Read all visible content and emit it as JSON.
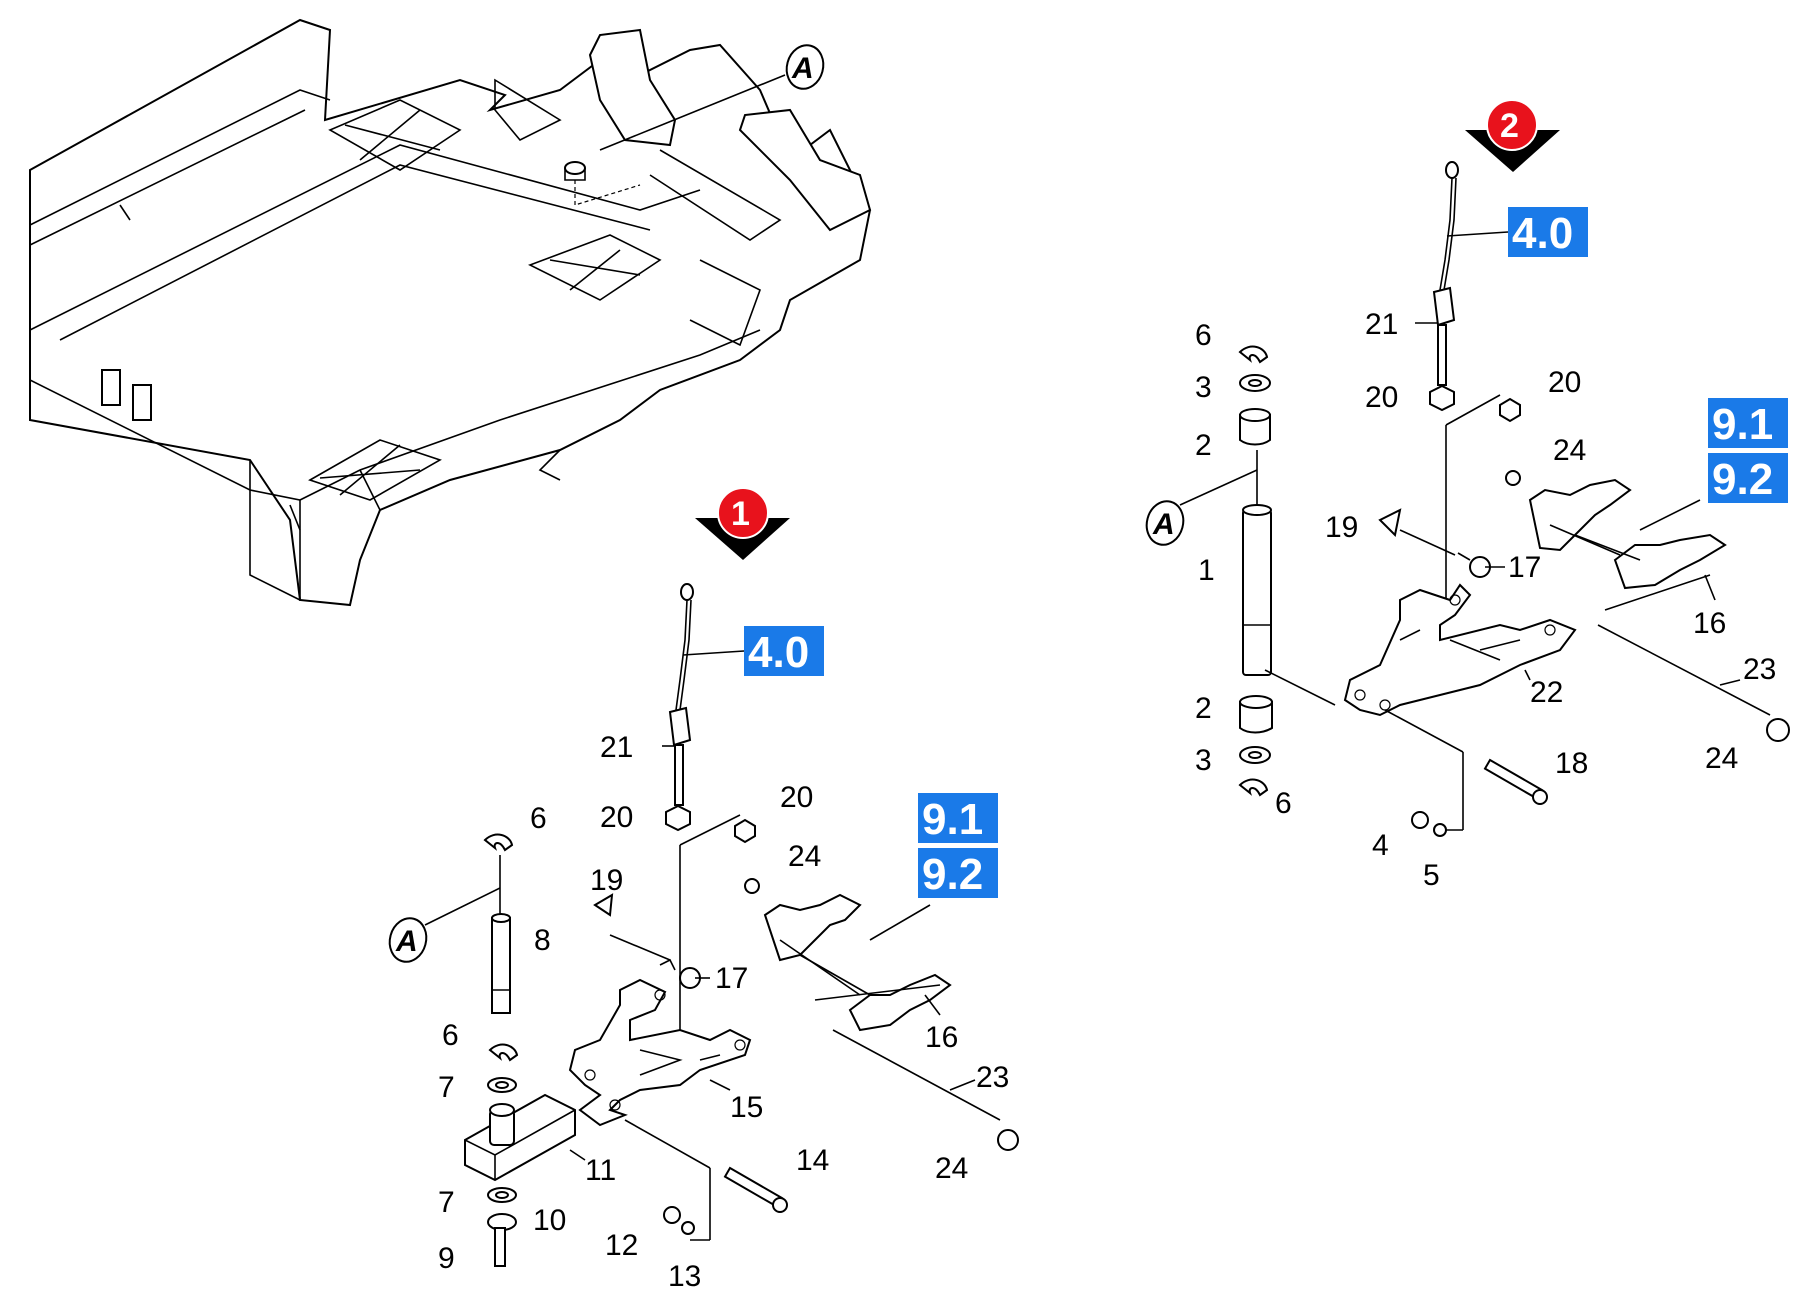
{
  "diagram": {
    "markers": [
      "1",
      "2"
    ],
    "ref_boxes": [
      "4.0",
      "9.1",
      "9.2",
      "4.0",
      "9.1",
      "9.2"
    ],
    "callout_a": "A",
    "assembly_1_labels": [
      "21",
      "20",
      "20",
      "6",
      "24",
      "19",
      "8",
      "17",
      "6",
      "16",
      "7",
      "15",
      "23",
      "11",
      "14",
      "7",
      "10",
      "24",
      "12",
      "9",
      "13"
    ],
    "assembly_2_labels": [
      "21",
      "6",
      "3",
      "20",
      "20",
      "2",
      "24",
      "19",
      "17",
      "1",
      "16",
      "23",
      "22",
      "2",
      "3",
      "18",
      "24",
      "6",
      "4",
      "5"
    ],
    "colors": {
      "ref_box": "#1a7ae8",
      "marker": "#e8121c",
      "marker_arrow": "#000000",
      "line": "#000000"
    }
  }
}
